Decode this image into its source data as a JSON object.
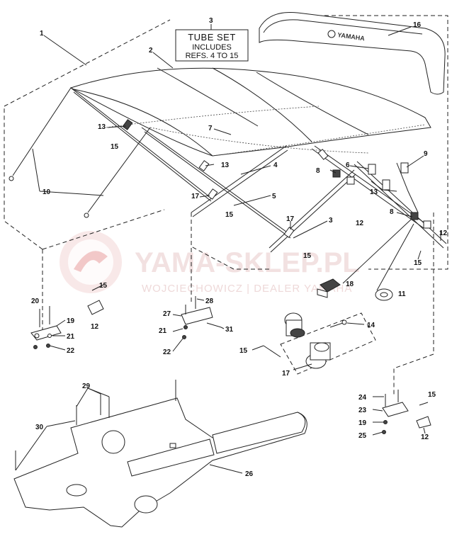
{
  "box": {
    "title": "TUBE SET",
    "line1": "INCLUDES",
    "line2": "REFS. 4 TO 15"
  },
  "brand_logo": "YAMAHA",
  "watermark": {
    "main": "YAMA-SKLEP.PL",
    "sub": "WOJCIECHOWICZ | DEALER YAMAHA"
  },
  "callouts": {
    "c1": "1",
    "c2": "2",
    "c3": "3",
    "c16": "16",
    "c7": "7",
    "c13a": "13",
    "c15a": "15",
    "c13b": "13",
    "c4": "4",
    "c6": "6",
    "c9": "9",
    "c8a": "8",
    "c13c": "13",
    "c10": "10",
    "c17a": "17",
    "c15b": "15",
    "c5": "5",
    "c17b": "17",
    "c3b": "3",
    "c15c": "15",
    "c12a": "12",
    "c8b": "8",
    "c12b": "12",
    "c15d": "15",
    "c15e": "15",
    "c20": "20",
    "c19a": "19",
    "c12c": "12",
    "c21a": "21",
    "c22a": "22",
    "c27": "27",
    "c28": "28",
    "c21b": "21",
    "c31": "31",
    "c22b": "22",
    "c18": "18",
    "c11": "11",
    "c14": "14",
    "c15f": "15",
    "c17c": "17",
    "c29": "29",
    "c30": "30",
    "c26": "26",
    "c24": "24",
    "c15g": "15",
    "c23": "23",
    "c19b": "19",
    "c25": "25",
    "c12d": "12"
  }
}
